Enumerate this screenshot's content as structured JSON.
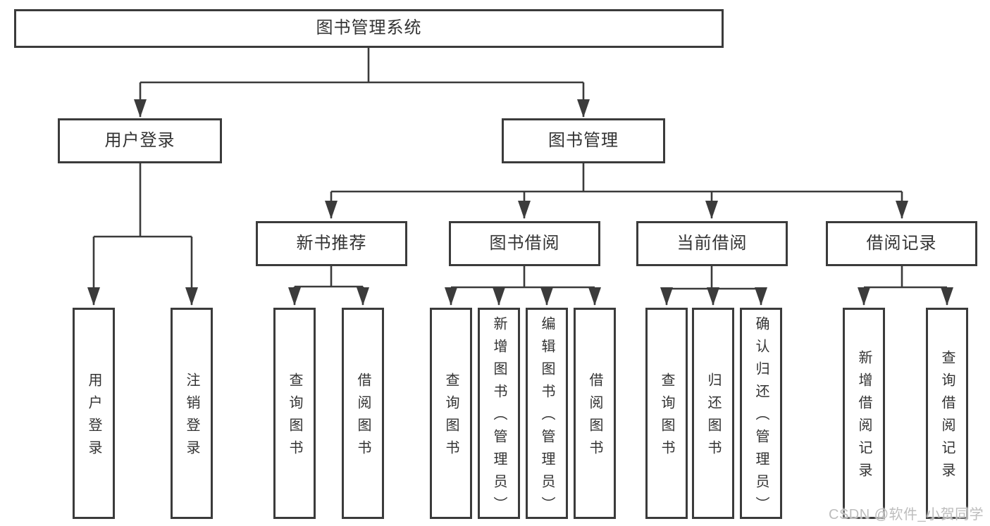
{
  "colors": {
    "line": "#3b3b3b",
    "box_border": "#3b3b3b",
    "label_text": "#333333",
    "watermark_text": "#bdbdbd",
    "background": "#ffffff"
  },
  "tree": {
    "root": "图书管理系统",
    "children": [
      {
        "label": "用户登录",
        "children": [
          "用户登录",
          "注销登录"
        ]
      },
      {
        "label": "图书管理",
        "children": [
          {
            "label": "新书推荐",
            "children": [
              "查询图书",
              "借阅图书"
            ]
          },
          {
            "label": "图书借阅",
            "children": [
              "查询图书",
              "新增图书（管理员）",
              "编辑图书（管理员）",
              "借阅图书"
            ]
          },
          {
            "label": "当前借阅",
            "children": [
              "查询图书",
              "归还图书",
              "确认归还（管理员）"
            ]
          },
          {
            "label": "借阅记录",
            "children": [
              "新增借阅记录",
              "查询借阅记录"
            ]
          }
        ]
      }
    ]
  },
  "watermark": {
    "text": "CSDN @软件_小贺同学"
  }
}
